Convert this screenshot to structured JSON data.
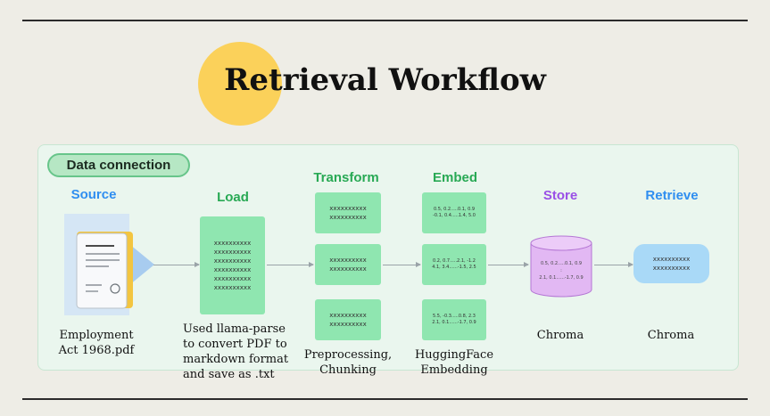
{
  "title": "Retrieval Workflow",
  "section_tag": "Data connection",
  "stages": {
    "source": "Source",
    "load": "Load",
    "transform": "Transform",
    "embed": "Embed",
    "store": "Store",
    "retrieve": "Retrieve"
  },
  "load_box": {
    "lines": [
      "xxxxxxxxxx",
      "xxxxxxxxxx",
      "xxxxxxxxxx",
      "xxxxxxxxxx",
      "xxxxxxxxxx",
      "xxxxxxxxxx"
    ]
  },
  "transform_boxes": [
    [
      "xxxxxxxxxx",
      "xxxxxxxxxx"
    ],
    [
      "xxxxxxxxxx",
      "xxxxxxxxxx"
    ],
    [
      "xxxxxxxxxx",
      "xxxxxxxxxx"
    ]
  ],
  "embed_boxes": [
    [
      "0.5, 0.2.....0.1, 0.9",
      "-0.1, 0.4.....1.4, 5.0"
    ],
    [
      "0.2, 0.7.....2.1, -1.2",
      "4.1, 3.4......-1.5, 2.5"
    ],
    [
      "5.5, -0.3.....0.8, 2.3",
      "2.1, 0.1......-1.7, 0.9"
    ]
  ],
  "store_db": [
    "0.5, 0.2.....0.1, 0.9",
    ":",
    "2.1, 0.1......-1.7, 0.9"
  ],
  "retrieve_box": [
    "xxxxxxxxxx",
    "xxxxxxxxxx"
  ],
  "captions": {
    "source": [
      "Employment",
      "Act 1968.pdf"
    ],
    "load": [
      "Used llama-parse",
      "to convert PDF to",
      "markdown format",
      "and save as .txt"
    ],
    "transform": [
      "Preprocessing,",
      "Chunking"
    ],
    "embed": [
      "HuggingFace",
      "Embedding"
    ],
    "store": [
      "Chroma"
    ],
    "retrieve": [
      "Chroma"
    ]
  },
  "colors": {
    "accent_yellow": "#fbd15a",
    "box_green": "#8fe6b0",
    "panel_bg": "#eaf6ee",
    "source_blue": "#2f8ef0",
    "stage_green": "#28a954",
    "store_purple": "#9a4fe6",
    "db_purple": "#e2b8f3",
    "retrieve_blue": "#a9d9f7"
  },
  "icons": [
    "document-stack-icon",
    "database-icon",
    "arrow-right-icon"
  ]
}
